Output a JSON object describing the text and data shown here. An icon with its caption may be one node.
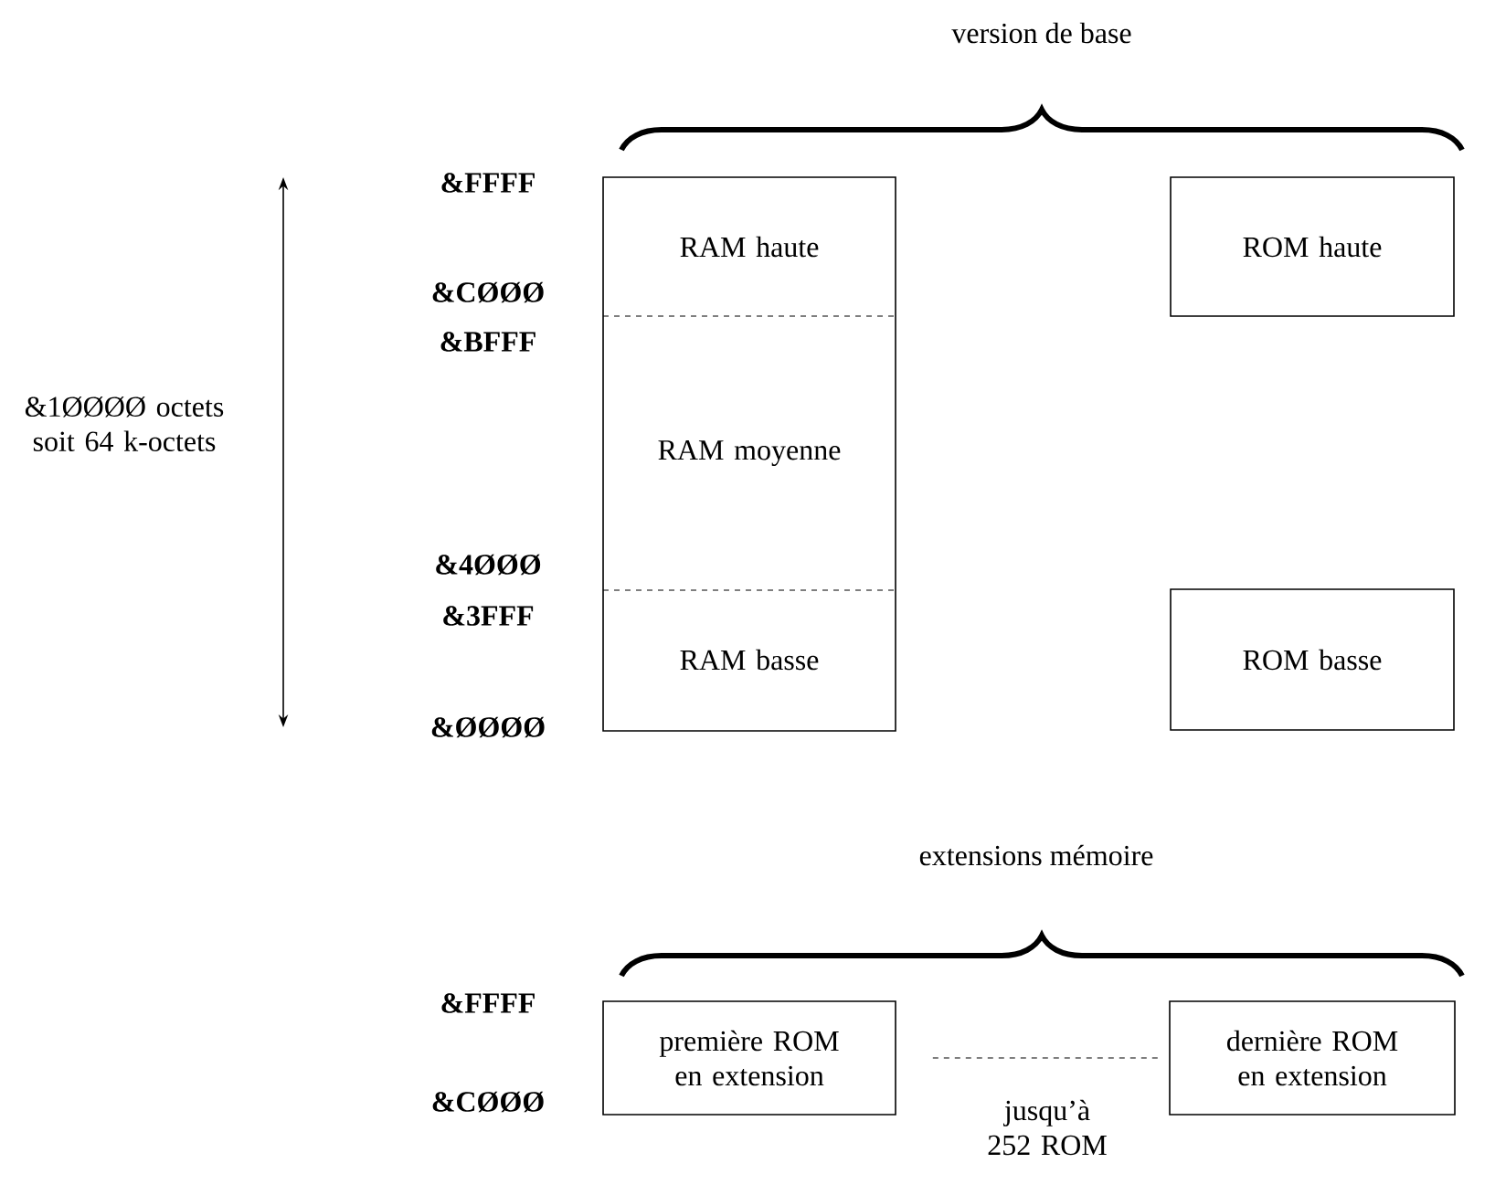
{
  "diagram": {
    "nodes": [
      {
        "text": [
          "RAM haute"
        ]
      },
      {
        "text": [
          "RAM moyenne"
        ]
      },
      {
        "text": [
          "RAM basse"
        ]
      },
      {
        "text": [
          "ROM haute"
        ]
      },
      {
        "text": [
          "ROM basse"
        ]
      },
      {
        "text": [
          "première ROM en extension"
        ]
      },
      {
        "text": [
          "dernière ROM en extension"
        ]
      }
    ],
    "edges": [
      {
        "from": 5,
        "to": 6,
        "arrow": "none",
        "style": "dashed",
        "label": "jusqu’à 252 ROM"
      }
    ],
    "labels": [
      "version de base",
      "&FFFF",
      "&CØØØ",
      "&BFFF",
      "&1ØØØØ octets soit 64 k-octets",
      "&4ØØØ",
      "&3FFF",
      "&ØØØØ",
      "extensions mémoire",
      "&FFFF",
      "&CØØØ"
    ]
  }
}
